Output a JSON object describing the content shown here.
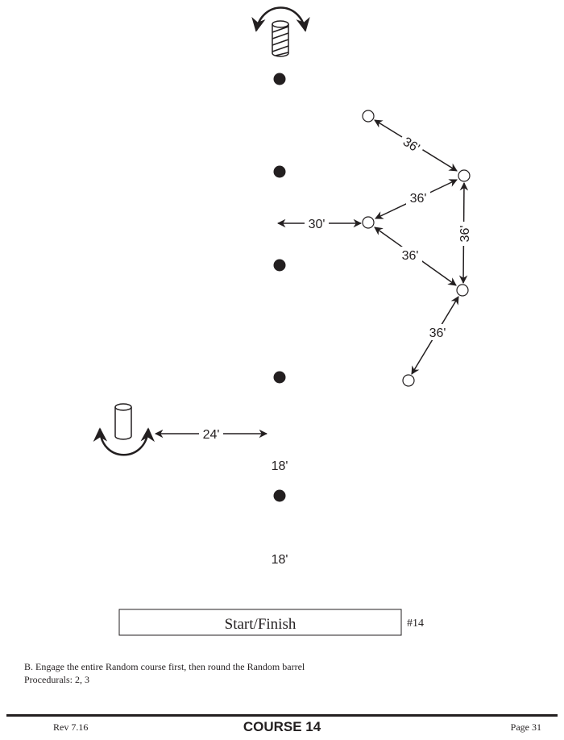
{
  "diagram": {
    "distances": {
      "top_left_to_top_right": "36'",
      "top_right_to_middle": "36'",
      "center_to_middle": "30'",
      "middle_to_bottom_right": "36'",
      "top_right_to_bottom_right": "36'",
      "bottom_right_to_bottom_left": "36'",
      "barrel_to_center": "24'",
      "upper_spacing": "18'",
      "lower_spacing": "18'"
    },
    "start_finish_label": "Start/Finish",
    "course_number": "#14"
  },
  "notes": {
    "line1": "B. Engage the entire Random course first, then round the Random barrel",
    "line2": "Procedurals:  2, 3"
  },
  "footer": {
    "rev": "Rev 7.16",
    "title": "COURSE 14",
    "page": "Page 31"
  }
}
